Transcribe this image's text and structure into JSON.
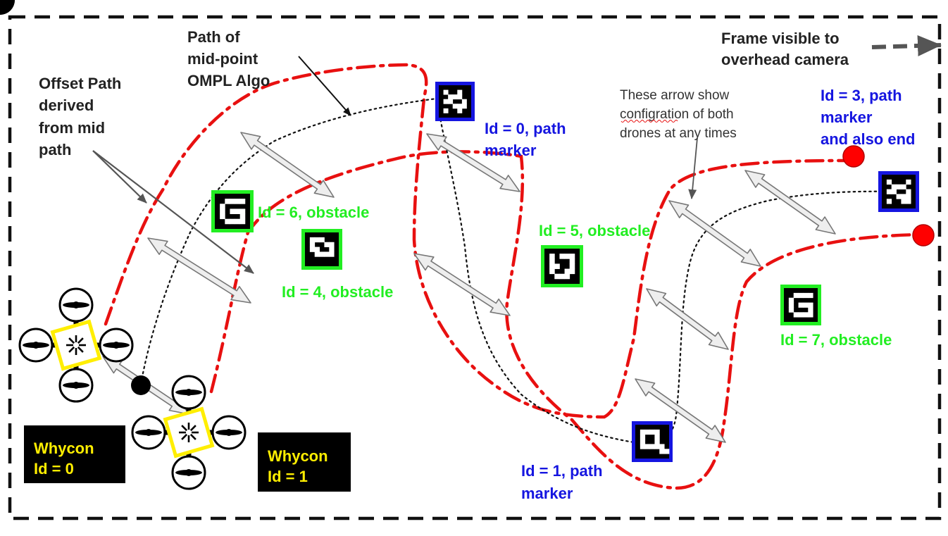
{
  "frame_label": [
    "Frame visible to",
    "overhead camera"
  ],
  "path_label": [
    "Path of",
    "mid-point",
    "OMPL Algo"
  ],
  "offset_label": [
    "Offset Path",
    "derived",
    "from mid",
    "path"
  ],
  "arrow_note": [
    "These arrow show",
    "configration of both",
    "drones at any times"
  ],
  "markers": [
    {
      "id": "marker-0",
      "kind": "path",
      "lines": [
        "Id = 0, path",
        "marker"
      ]
    },
    {
      "id": "marker-1",
      "kind": "path",
      "lines": [
        "Id = 1, path",
        "marker"
      ]
    },
    {
      "id": "marker-3",
      "kind": "path",
      "lines": [
        "Id = 3, path",
        "marker",
        "and also end"
      ]
    },
    {
      "id": "obstacle-4",
      "kind": "obstacle",
      "lines": [
        "Id = 4, obstacle"
      ]
    },
    {
      "id": "obstacle-5",
      "kind": "obstacle",
      "lines": [
        "Id = 5, obstacle"
      ]
    },
    {
      "id": "obstacle-6",
      "kind": "obstacle",
      "lines": [
        "Id = 6, obstacle"
      ]
    },
    {
      "id": "obstacle-7",
      "kind": "obstacle",
      "lines": [
        "Id = 7, obstacle"
      ]
    }
  ],
  "whycon": [
    {
      "lines": [
        "Whycon",
        "Id = 0"
      ]
    },
    {
      "lines": [
        "Whycon",
        "Id = 1"
      ]
    }
  ],
  "colors": {
    "path_marker": "#1515e0",
    "obstacle": "#22ee22",
    "offset_path": "#e81010",
    "whycon_box": "#000000",
    "whycon_text": "#ffee00",
    "drone_marker": "#ffee00",
    "arrow_fill": "#eeeeee"
  }
}
